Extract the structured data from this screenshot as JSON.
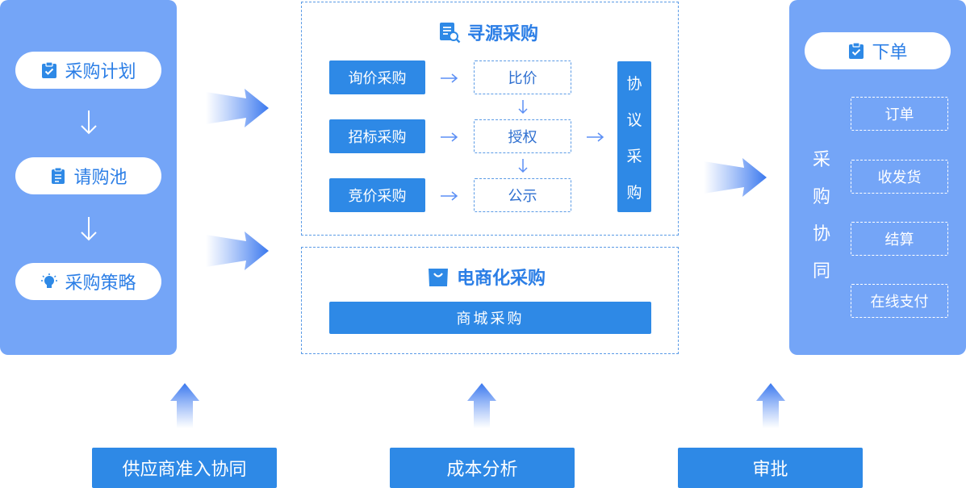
{
  "left_panel": {
    "items": [
      {
        "label": "采购计划",
        "icon": "clipboard-check-icon"
      },
      {
        "label": "请购池",
        "icon": "list-doc-icon"
      },
      {
        "label": "采购策略",
        "icon": "lightbulb-icon"
      }
    ]
  },
  "sourcing": {
    "title": "寻源采购",
    "icon": "search-doc-icon",
    "methods": [
      "询价采购",
      "招标采购",
      "竞价采购"
    ],
    "steps": [
      "比价",
      "授权",
      "公示"
    ],
    "agreement_chars": [
      "协",
      "议",
      "采",
      "购"
    ]
  },
  "ecommerce": {
    "title": "电商化采购",
    "icon": "shopping-bag-icon",
    "mall_label": "商城采购"
  },
  "right_panel": {
    "order_label": "下单",
    "order_icon": "clipboard-check-icon",
    "vertical_chars": [
      "采",
      "购",
      "协",
      "同"
    ],
    "items": [
      "订单",
      "收发货",
      "结算",
      "在线支付"
    ]
  },
  "bottom": [
    "供应商准入协同",
    "成本分析",
    "审批"
  ],
  "colors": {
    "primary": "#2e89e6",
    "panel": "#74a5f7",
    "text_blue": "#2b7ee6"
  }
}
